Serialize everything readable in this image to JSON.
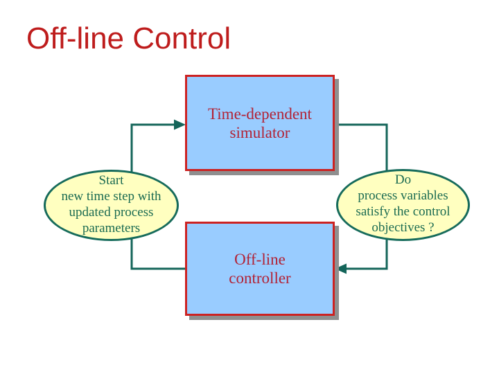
{
  "slide": {
    "title": "Off-line Control"
  },
  "colors": {
    "background": "#FFFFFF",
    "title_text": "#BE1C1C",
    "box_fill": "#99CCFF",
    "box_border": "#CC2222",
    "box_text": "#B22235",
    "box_shadow": "#8F8F8F",
    "ellipse_fill": "#FFFFC0",
    "ellipse_border": "#166B5B",
    "ellipse_text": "#1B6B52",
    "connector": "#14655A"
  },
  "diagram": {
    "nodes": {
      "simulator_box": {
        "lines": [
          "Time-dependent",
          "simulator"
        ]
      },
      "controller_box": {
        "lines": [
          "Off-line",
          "controller"
        ]
      },
      "start_ellipse": {
        "lines": [
          "Start",
          "new time step with",
          "updated process",
          "parameters"
        ]
      },
      "check_ellipse": {
        "lines": [
          "Do",
          "process variables",
          "satisfy the control",
          "objectives ?"
        ]
      }
    },
    "flow": [
      "Off-line controller → (left loop, up) → arrow into Time-dependent simulator",
      "Time-dependent simulator → (right loop, down) → arrow into Off-line controller"
    ]
  }
}
